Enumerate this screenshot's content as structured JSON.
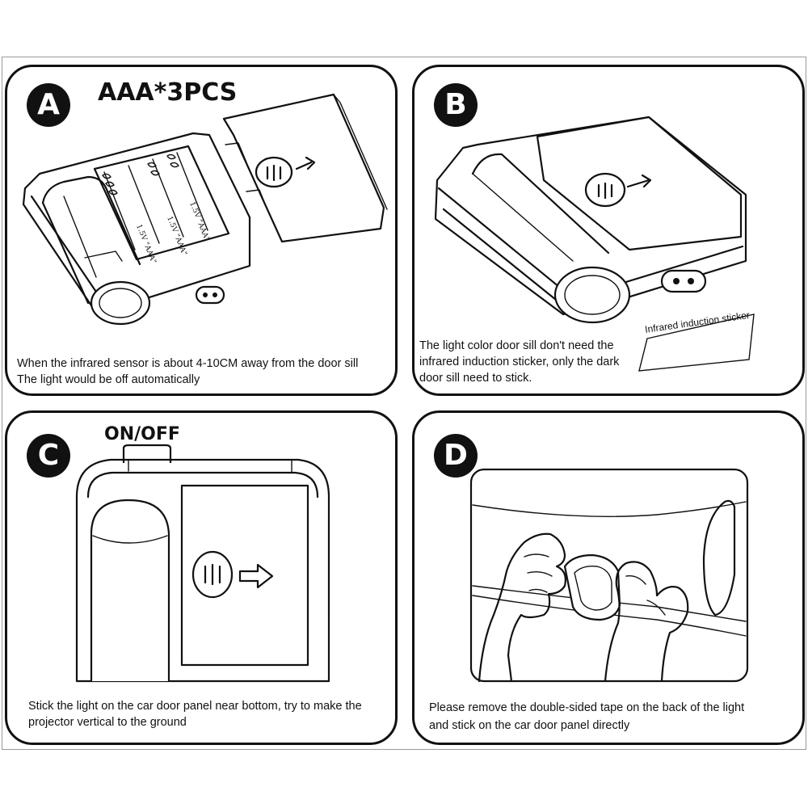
{
  "panels": {
    "a": {
      "badge": "A",
      "heading": "AAA*3PCS",
      "battery_label": "1.5V \"AAA\"",
      "caption_line1": "When the infrared sensor is about 4-10CM away from the door sill",
      "caption_line2": "The light would be off automatically"
    },
    "b": {
      "badge": "B",
      "caption_line1": "The light color door sill don't need the",
      "caption_line2": "infrared induction sticker, only the dark",
      "caption_line3": "door sill need to stick.",
      "sticker_label": "Infrared induction sticker"
    },
    "c": {
      "badge": "C",
      "heading": "ON/OFF",
      "caption_line1": "Stick the light on the car door panel near bottom, try to make the",
      "caption_line2": "projector vertical to the ground"
    },
    "d": {
      "badge": "D",
      "caption_line1": "Please remove  the double-sided tape on the back of the light",
      "caption_line2": "and stick on the car door panel directly"
    }
  }
}
